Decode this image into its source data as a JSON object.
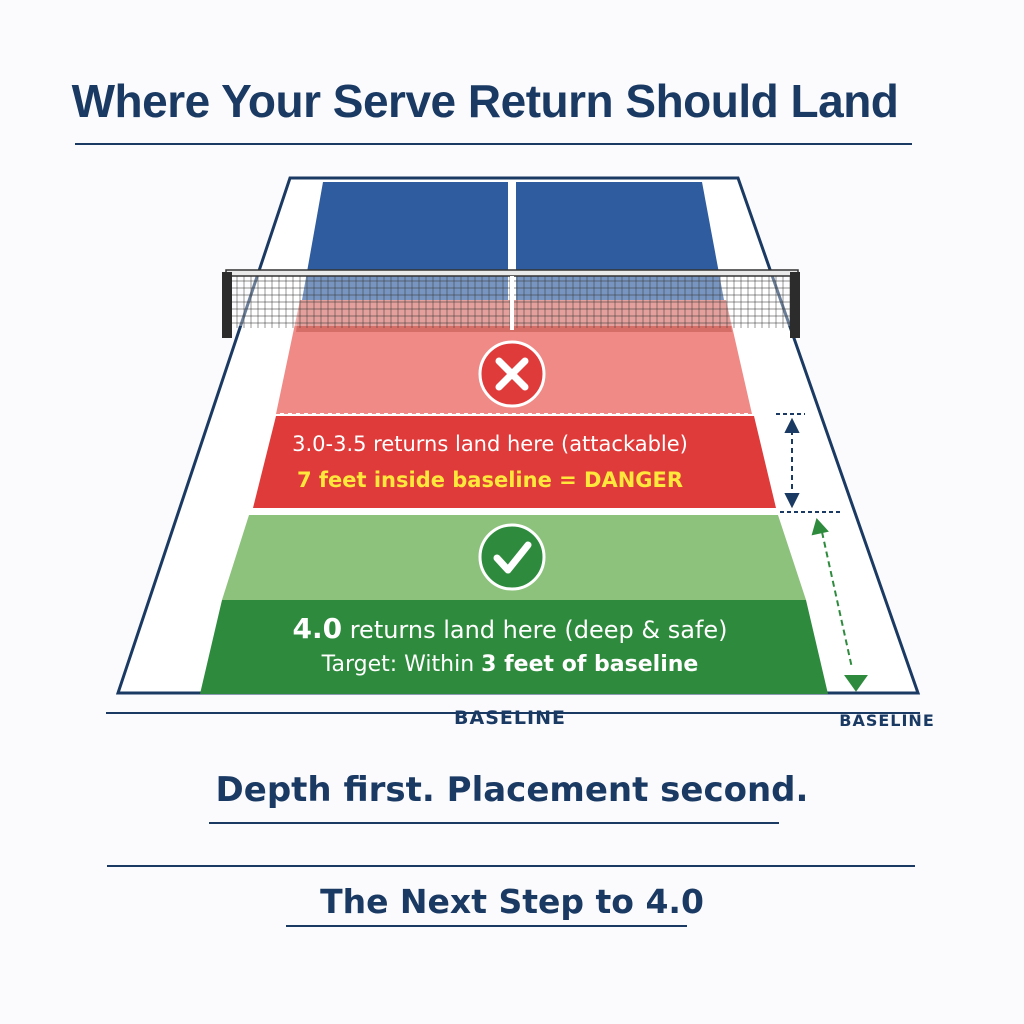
{
  "title": "Where Your Serve Return Should Land",
  "danger_zone": {
    "line1": "3.0-3.5 returns land here (attackable)",
    "line2": "7 feet inside baseline = DANGER",
    "icon": "x-icon"
  },
  "safe_zone": {
    "line1_rating": "4.0",
    "line1_rest": " returns land here (deep & safe)",
    "line2_prefix": "Target: Within ",
    "line2_number": "3",
    "line2_suffix": " feet of baseline",
    "icon": "check-icon"
  },
  "baseline_main": "BASELINE",
  "baseline_side": "BASELINE",
  "tagline": "Depth first. Placement second.",
  "footer": "The Next Step to 4.0",
  "colors": {
    "navy": "#1b3a63",
    "court_blue": "#2f5c9e",
    "danger_light": "#f08a86",
    "danger": "#df3b3a",
    "safe_light": "#8dc27c",
    "safe": "#2e8b3d",
    "warning_text": "#ffe83b"
  }
}
